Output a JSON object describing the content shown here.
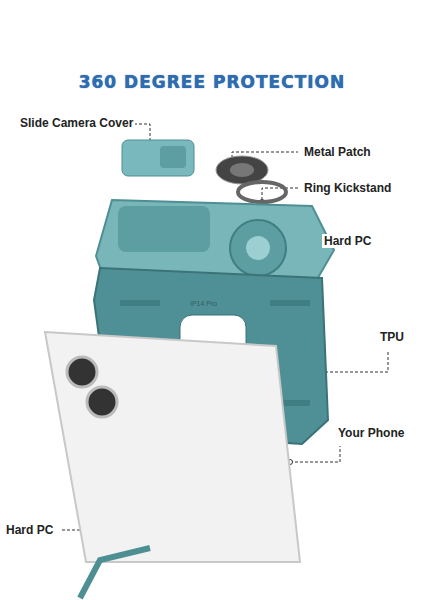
{
  "diagram": {
    "title": "360 DEGREE PROTECTION",
    "labels": [
      "Slide Camera Cover",
      "Metal Patch",
      "Ring Kickstand",
      "Hard PC",
      "TPU",
      "Your Phone",
      "Hard PC",
      "IP14 Pro"
    ]
  }
}
